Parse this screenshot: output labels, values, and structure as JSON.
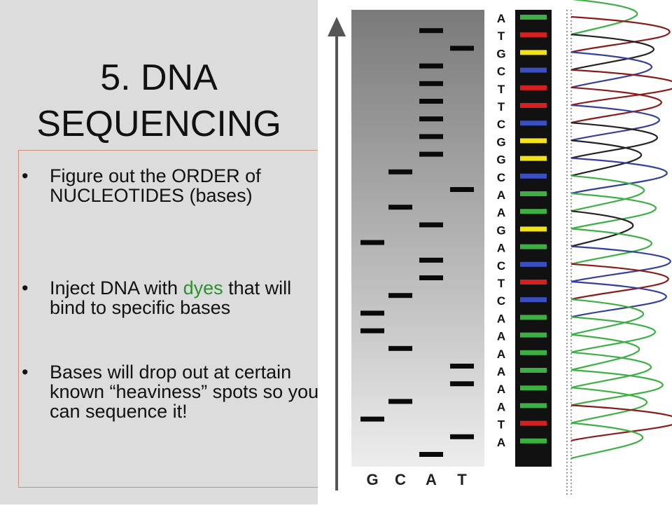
{
  "slide": {
    "title": "5. DNA SEQUENCING",
    "bullets": [
      {
        "text": "Figure out the ORDER of NUCLEOTIDES (bases)"
      },
      {
        "pre": "Inject DNA with ",
        "highlight": "dyes",
        "post": " that will bind to specific bases"
      },
      {
        "text": "Bases will drop out at certain known “heaviness” spots so you can sequence it!"
      }
    ],
    "bullet_symbol": "•",
    "highlight_color": "#2f8f2f"
  },
  "figure": {
    "lanes": [
      "G",
      "C",
      "A",
      "T"
    ],
    "sequence": [
      "A",
      "T",
      "G",
      "C",
      "T",
      "T",
      "C",
      "G",
      "G",
      "C",
      "A",
      "A",
      "G",
      "A",
      "C",
      "T",
      "C",
      "A",
      "A",
      "A",
      "A",
      "A",
      "A",
      "T",
      "A"
    ],
    "base_colors": {
      "A": "#3cb043",
      "T": "#d42020",
      "G": "#f2e216",
      "C": "#3a4fc0"
    },
    "trace_colors": {
      "A": "#3cb043",
      "T": "#8b1a1a",
      "G": "#222222",
      "C": "#34409a"
    }
  }
}
